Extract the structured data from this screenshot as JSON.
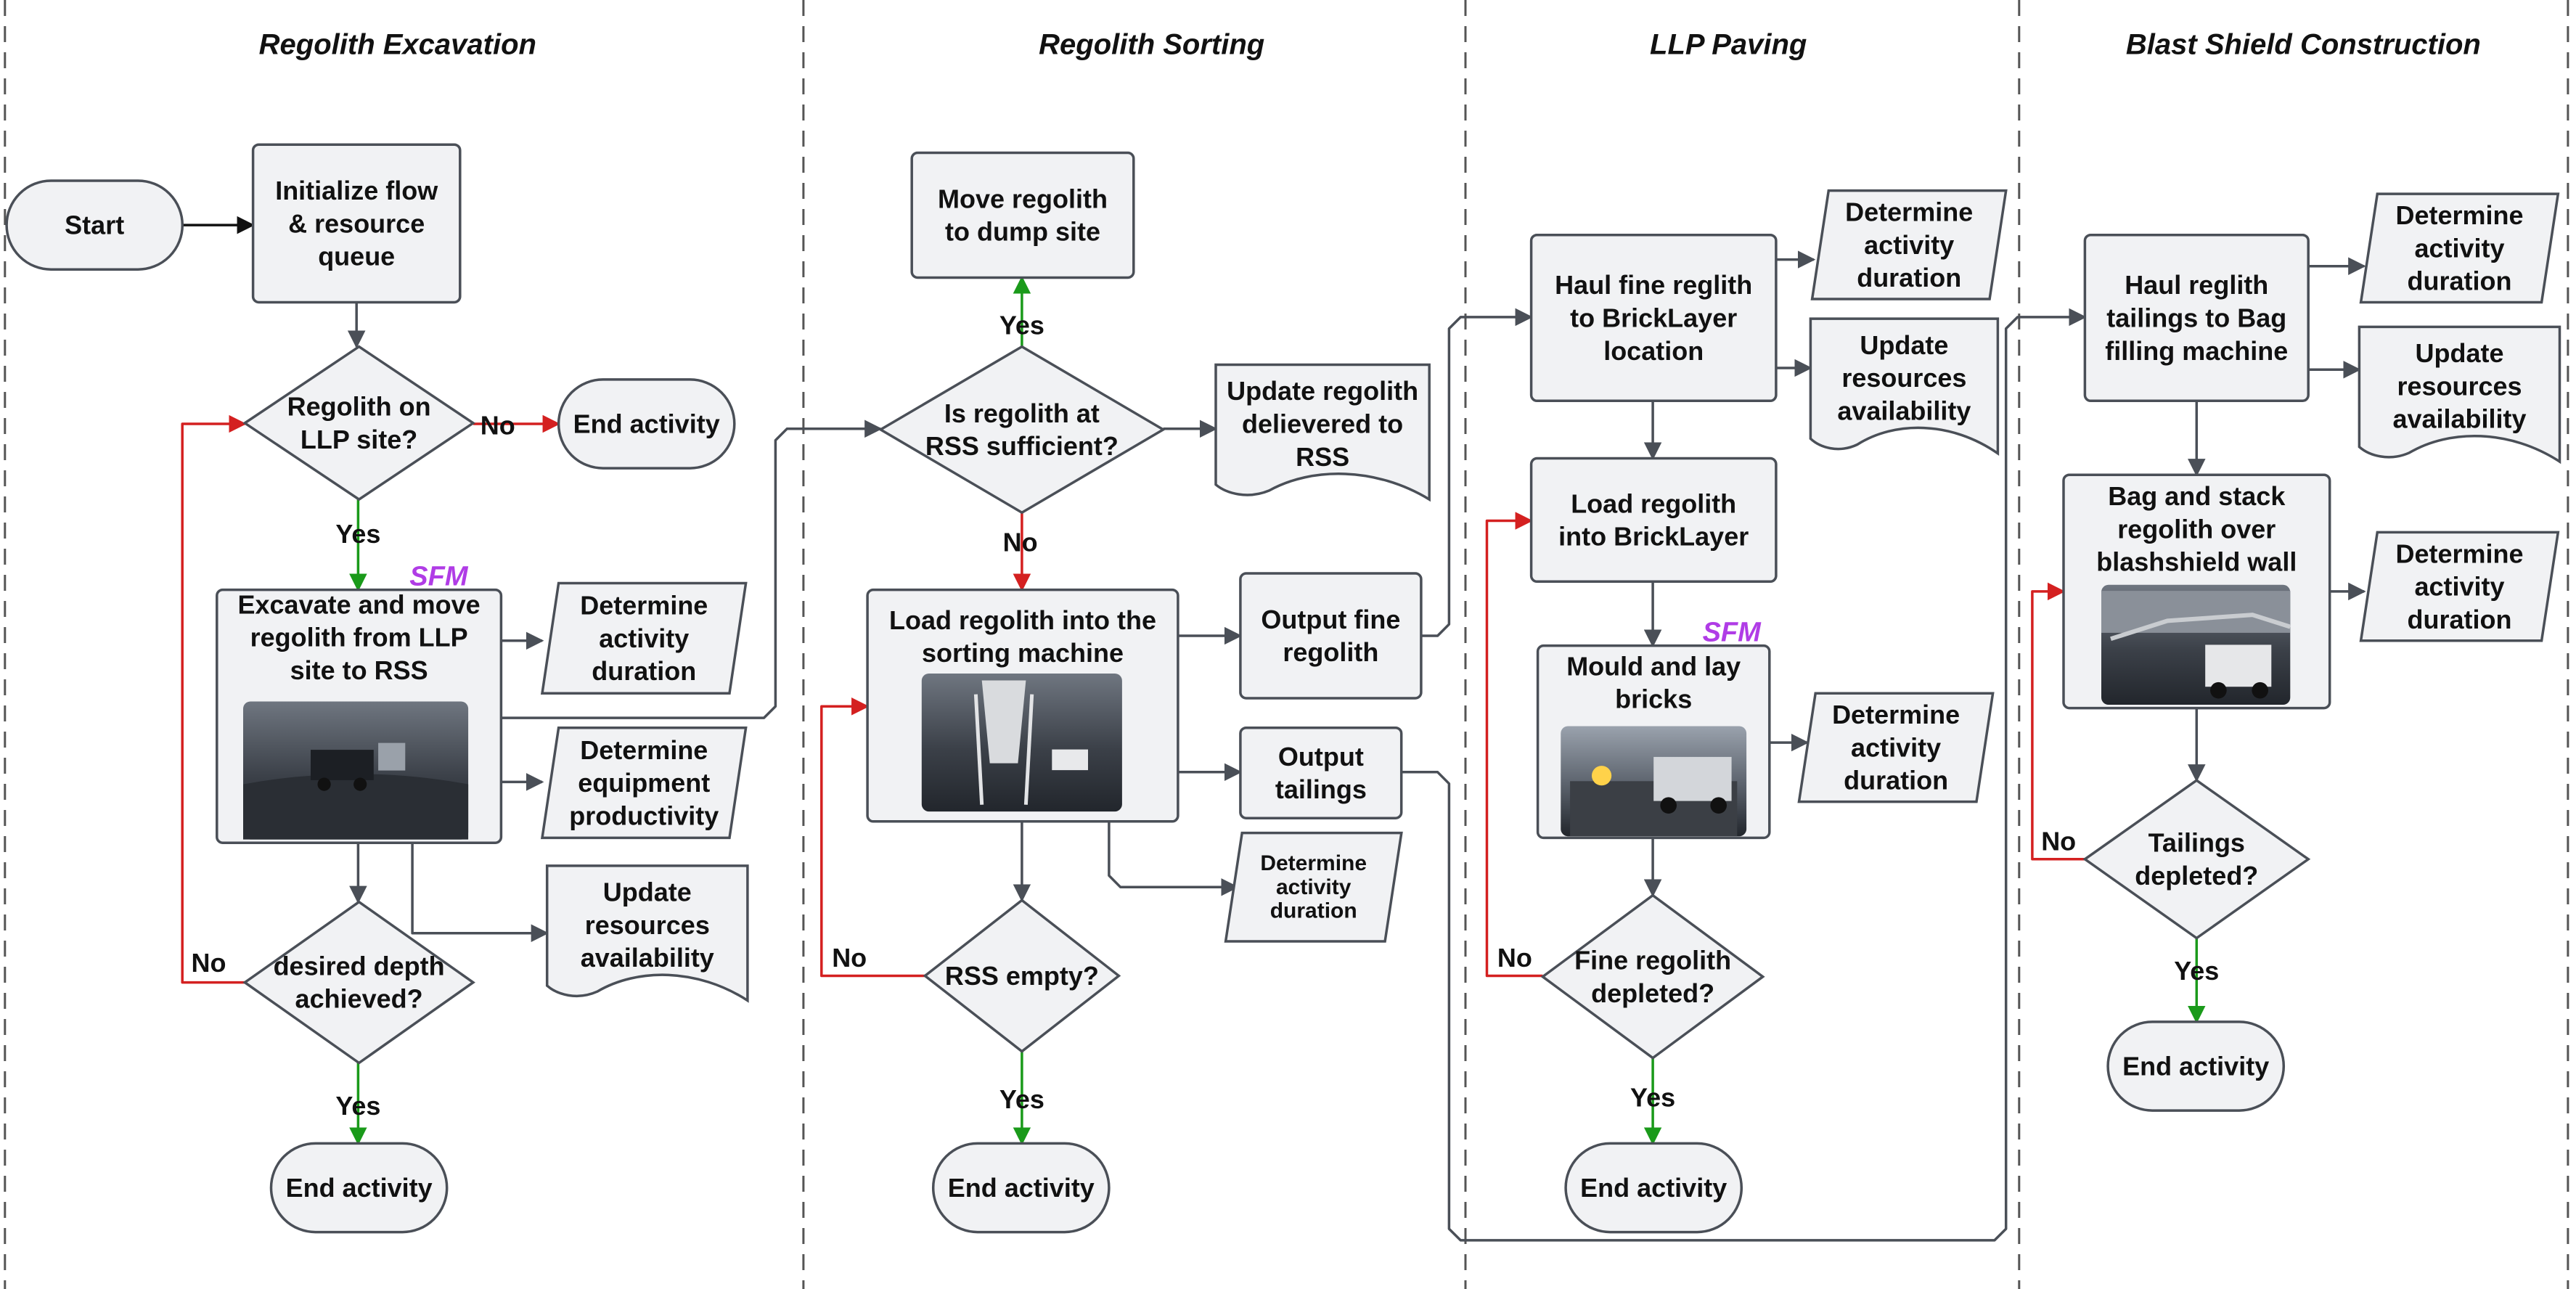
{
  "lanes": [
    {
      "title": "Regolith Excavation"
    },
    {
      "title": "Regolith Sorting"
    },
    {
      "title": "LLP Paving"
    },
    {
      "title": "Blast Shield Construction"
    }
  ],
  "tag": "SFM",
  "yes": "Yes",
  "no": "No",
  "nodes": {
    "start": [
      "Start"
    ],
    "initialize": [
      "Initialize flow",
      "& resource",
      "queue"
    ],
    "regolith_on_llp": [
      "Regolith on",
      "LLP site?"
    ],
    "end_excavation_no": [
      "End activity"
    ],
    "excavate": [
      "Excavate and move",
      "regolith from  LLP",
      "site to RSS"
    ],
    "exc_duration": [
      "Determine",
      "activity",
      "duration"
    ],
    "exc_productivity": [
      "Determine",
      "equipment",
      "productivity"
    ],
    "exc_resources": [
      "Update",
      "resources",
      "availability"
    ],
    "desired_depth": [
      "desired depth",
      "achieved?"
    ],
    "end_excavation": [
      "End activity"
    ],
    "move_dump": [
      "Move regolith",
      "to dump site"
    ],
    "rss_sufficient": [
      "Is regolith at",
      "RSS sufficient?"
    ],
    "update_delivered": [
      "Update regolith",
      "delievered to",
      "RSS"
    ],
    "load_sorting": [
      "Load regolith into the",
      "sorting machine"
    ],
    "output_fine": [
      "Output fine",
      "regolith"
    ],
    "output_tailings": [
      "Output",
      "tailings"
    ],
    "sort_duration": [
      "Determine",
      "activity",
      "duration"
    ],
    "rss_empty": [
      "RSS empty?"
    ],
    "end_sorting": [
      "End activity"
    ],
    "haul_fine": [
      "Haul fine reglith",
      "to BrickLayer",
      "location"
    ],
    "pav_duration1": [
      "Determine",
      "activity",
      "duration"
    ],
    "pav_resources": [
      "Update",
      "resources",
      "availability"
    ],
    "load_bricklayer": [
      "Load regolith",
      "into BrickLayer"
    ],
    "mould": [
      "Mould and lay",
      "bricks"
    ],
    "pav_duration2": [
      "Determine",
      "activity",
      "duration"
    ],
    "fine_depleted": [
      "Fine regolith",
      "depleted?"
    ],
    "end_paving": [
      "End activity"
    ],
    "haul_tailings": [
      "Haul reglith",
      "tailings to Bag",
      "filling machine"
    ],
    "bs_duration1": [
      "Determine",
      "activity",
      "duration"
    ],
    "bs_resources": [
      "Update",
      "resources",
      "availability"
    ],
    "bag_stack": [
      "Bag and stack",
      "regolith over",
      "blashshield wall"
    ],
    "bs_duration2": [
      "Determine",
      "activity",
      "duration"
    ],
    "tailings_depleted": [
      "Tailings",
      "depleted?"
    ],
    "end_blast": [
      "End activity"
    ]
  },
  "colors": {
    "shape_fill": "#f1f2f4",
    "shape_stroke": "#4a4f57",
    "edge_default": "#4a4f57",
    "edge_no": "#d42020",
    "edge_yes": "#1a9a1a",
    "tag": "#b03ce6"
  }
}
